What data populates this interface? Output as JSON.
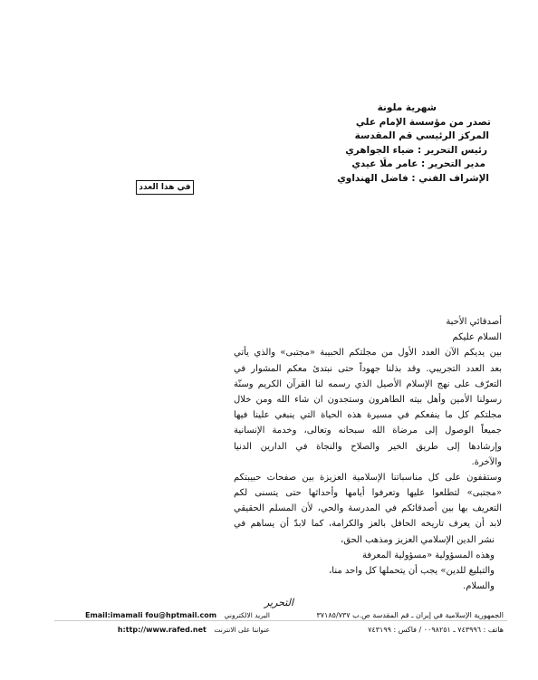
{
  "masthead": {
    "lines": [
      "شهرية ملونة",
      "تصدر من مؤسسة الإمام علي",
      "المركز الرئيسي قم المقدسة",
      "رئيس التحرير : ضياء الجواهري",
      "مدير التحرير : عامر ملّا عيدي",
      "الإشراف الفني : فاضل الهنداوي"
    ]
  },
  "issue_box": {
    "label": "في هذا العدد"
  },
  "letter": {
    "greeting": "أصدقائي الأحبة",
    "salutation": "السلام عليكم",
    "paragraph1": [
      "بين يديكم الآن العدد الأول من مجلتكم الحبيبة «مجتبى» والذي يأتي",
      "بعد العدد التجريبي. وقد بذلنا جهوداً حتى نبتدئ معكم المشوار في",
      "التعرّف على نهج الإسلام الأصيل الذي رسمه لنا القرآن الكريم وسنّة",
      "رسولنا الأمين وأهل بيته الطاهرون وستجدون ان شاء الله ومن خلال",
      "مجلتكم كل ما ينفعكم في مسيرة هذه الحياة التي ينبغي علينا فيها",
      "جميعاً الوصول إلى مرضاة الله سبحانه وتعالى، وخدمة الإنسانية",
      "وإرشادها إلى طريق الخير والصلاح والنجاة في الدارين الدنيا",
      "والآخرة."
    ],
    "paragraph2": [
      "وستقفون على كل مناسباتنا الإسلامية العزيزة بين صفحات حبيبتكم",
      "«مجتبى» لتطلعوا عليها وتعرفوا أيامها وأحداثها حتى يتسنى لكم",
      "التعريف بها بين أصدقائكم في المدرسة والحي، لأن المسلم الحقيقي",
      "لابد أن يعرف تاريخه الحافل بالعز والكرامة، كما لابدّ أن يساهم في"
    ],
    "paragraph3": [
      "نشر الدين الإسلامي العزيز ومذهب الحق،",
      "وهذه المسؤولية «مسؤولية المعرفة",
      "والتبليغ للدين» يجب أن يتحملها كل واحد منا،",
      "والسلام."
    ],
    "signature": "التحرير"
  },
  "footer": {
    "address_line1": "الجمهورية الإسلامية في إيران ـ قم المقدسة ص.ب ٣٧١٨٥/٧٣٧",
    "address_line2": "هاتف : ٧٤٣٩٩٦ ـ ٠٠٩٨٢٥١ / فاكس : ٧٤٣١٩٩",
    "email_label": "البريد الالكتروني",
    "email_value": "Email:imamali fou@hptmail.com",
    "web_label": "عنواننا على الانترنت",
    "web_value": "h:ttp://www.rafed.net"
  }
}
